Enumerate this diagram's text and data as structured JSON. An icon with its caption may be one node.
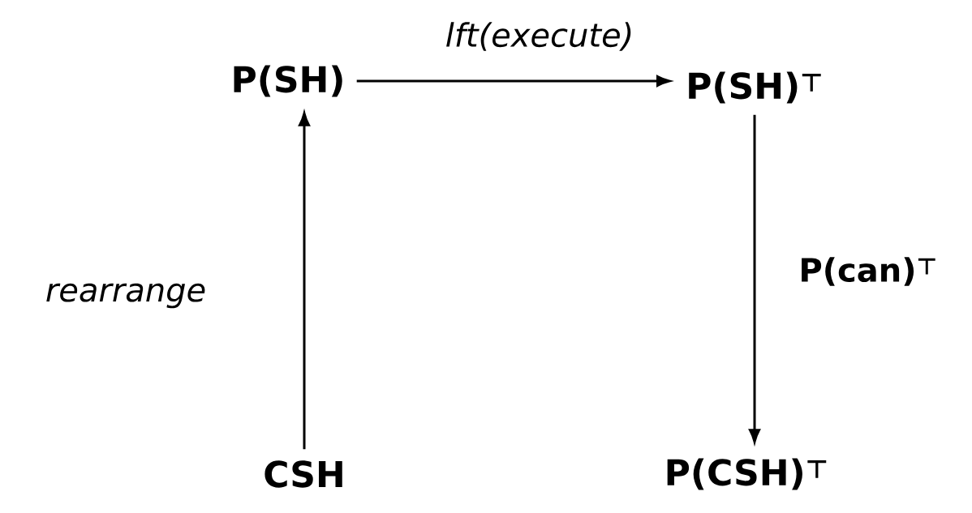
{
  "diagram": {
    "nodes": [
      {
        "text": [
          "P(SH)"
        ]
      },
      {
        "text": [
          "P(SH)$^{⊤}$"
        ]
      },
      {
        "text": [
          "CSH"
        ]
      },
      {
        "text": [
          "P(CSH)$^{⊤}$"
        ]
      }
    ],
    "edges": [
      {
        "from": 0,
        "to": 1,
        "arrow": "to",
        "label": "lft(execute)"
      },
      {
        "from": 2,
        "to": 0,
        "arrow": "to",
        "label": "rearrange"
      },
      {
        "from": 1,
        "to": 3,
        "arrow": "to",
        "label": "P(can)$^{⊤}$"
      }
    ]
  }
}
